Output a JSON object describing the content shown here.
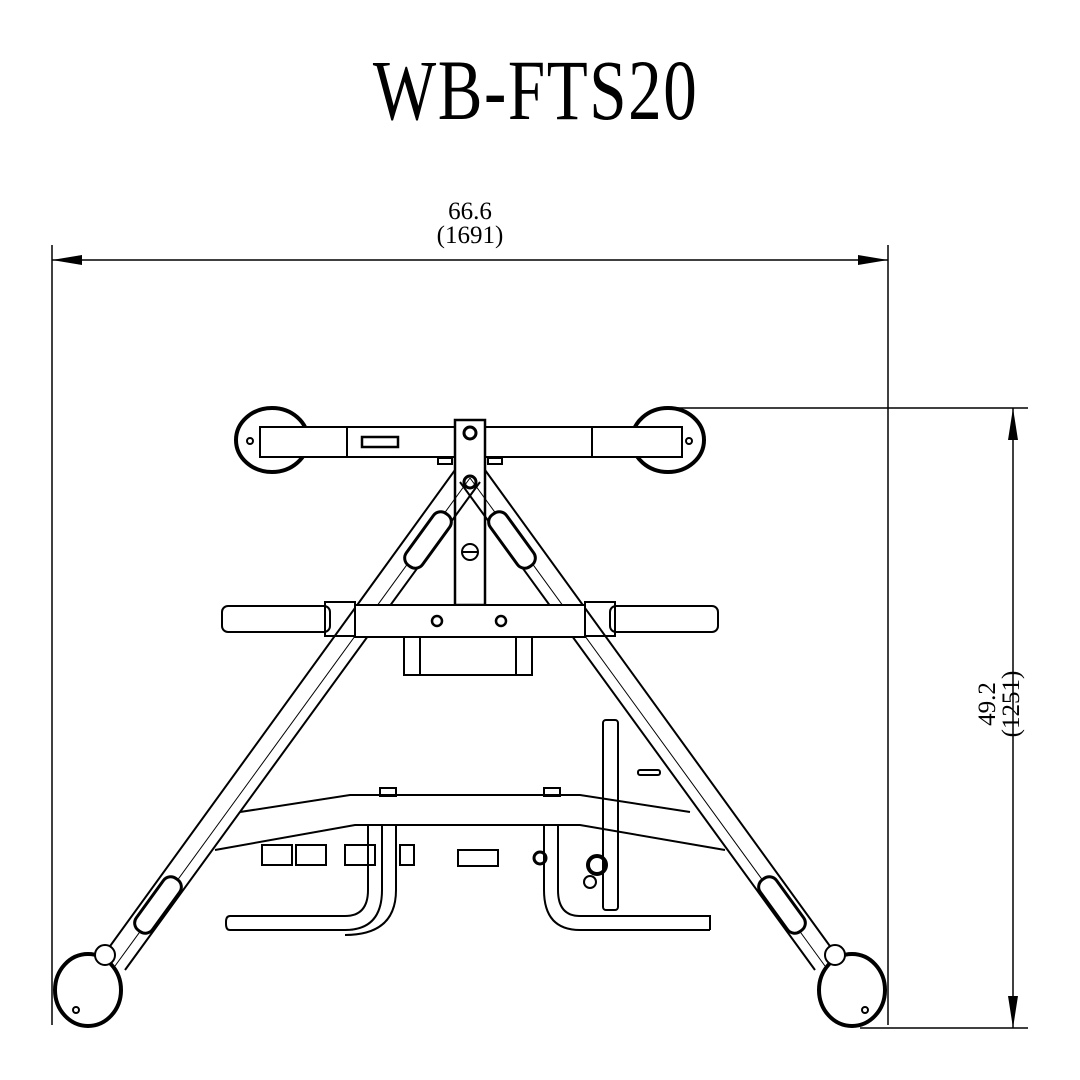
{
  "drawing": {
    "title": "WB-FTS20",
    "width_dimension": {
      "inches": "66.6",
      "millimeters": "(1691)"
    },
    "height_dimension": {
      "inches": "49.2",
      "millimeters": "(1251)"
    },
    "line_color": "#000000",
    "background_color": "#ffffff"
  }
}
